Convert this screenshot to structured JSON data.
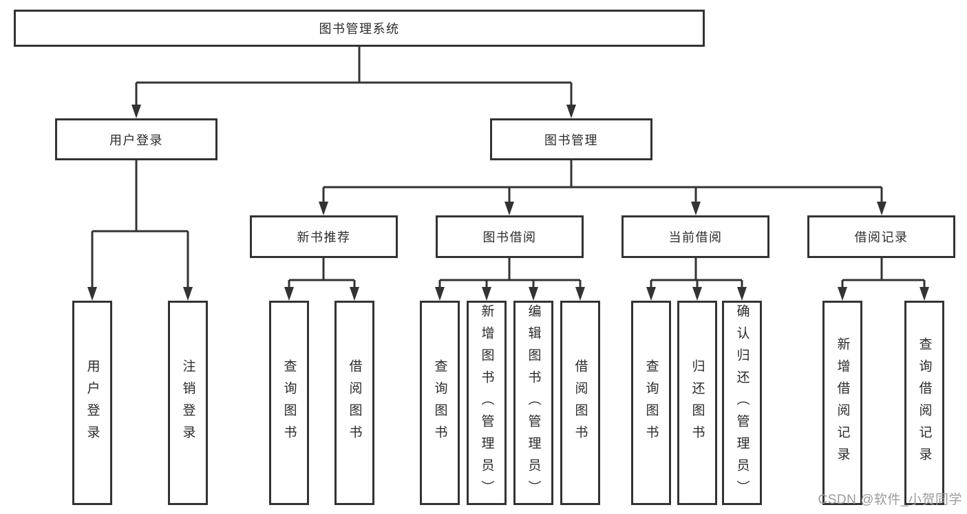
{
  "title": "图书管理系统",
  "level2": [
    "用户登录",
    "图书管理"
  ],
  "level3": [
    "新书推荐",
    "图书借阅",
    "当前借阅",
    "借阅记录"
  ],
  "leaves": {
    "user": [
      "用户登录",
      "注销登录"
    ],
    "new_book": [
      "查询图书",
      "借阅图书"
    ],
    "borrow": [
      "查询图书",
      "新增图书（管理员）",
      "编辑图书（管理员）",
      "借阅图书"
    ],
    "current": [
      "查询图书",
      "归还图书",
      "确认归还（管理员）"
    ],
    "record": [
      "新增借阅记录",
      "查询借阅记录"
    ]
  },
  "watermark": "CSDN @软件_小贺同学",
  "colors": {
    "line": "#333333",
    "text": "#2b2b2b",
    "watermark": "#9b9b9b",
    "background": "#ffffff"
  }
}
